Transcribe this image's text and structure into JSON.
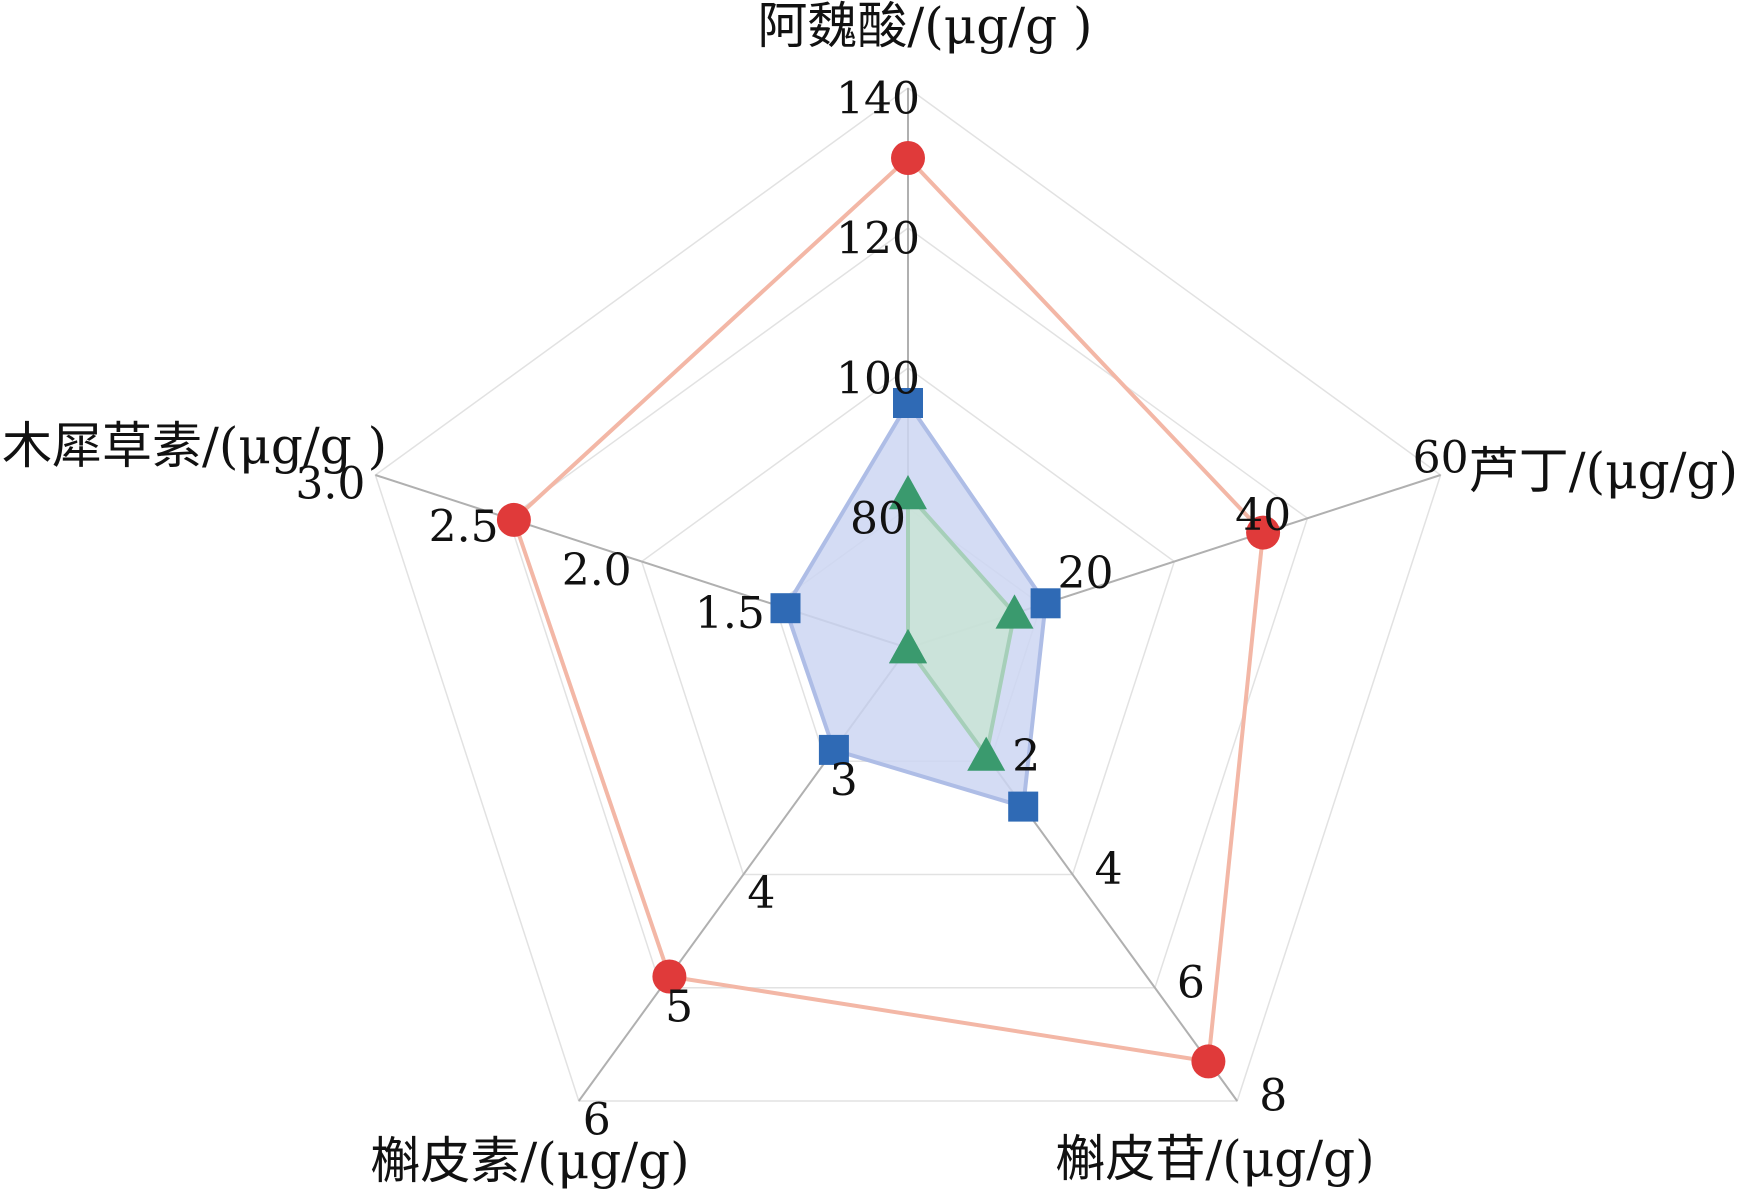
{
  "chart_data": {
    "type": "radar",
    "axes": [
      {
        "label": "阿魏酸/(μg/g )",
        "min": 60,
        "max": 140,
        "ticks": [
          "80",
          "100",
          "120",
          "140"
        ],
        "tick_values": [
          80,
          100,
          120,
          140
        ]
      },
      {
        "label": "芦丁/(μg/g)",
        "min": 0,
        "max": 60,
        "ticks": [
          "20",
          "40",
          "60"
        ],
        "tick_values": [
          20,
          40,
          60
        ]
      },
      {
        "label": "槲皮苷/(μg/g)",
        "min": 0,
        "max": 8,
        "ticks": [
          "2",
          "4",
          "6",
          "8"
        ],
        "tick_values": [
          2,
          4,
          6,
          8
        ]
      },
      {
        "label": "槲皮素/(μg/g)",
        "min": 2,
        "max": 6,
        "ticks": [
          "3",
          "4",
          "5",
          "6"
        ],
        "tick_values": [
          3,
          4,
          5,
          6
        ]
      },
      {
        "label": "木犀草素/(μg/g )",
        "min": 1,
        "max": 3,
        "ticks": [
          "1.5",
          "2.0",
          "2.5",
          "3.0"
        ],
        "tick_values": [
          1.5,
          2.0,
          2.5,
          3.0
        ]
      }
    ],
    "series": [
      {
        "values": [
          130,
          40,
          7.3,
          4.9,
          2.48
        ],
        "marker": "circle",
        "color": "#e03a3a",
        "line_color": "#f3b7a6",
        "fill": "none"
      },
      {
        "values": [
          95,
          15.5,
          2.8,
          2.9,
          1.46
        ],
        "marker": "square",
        "color": "#2f6ab5",
        "line_color": "#aebde6",
        "fill": "#ccd6f2"
      },
      {
        "values": [
          82,
          12,
          1.9,
          2.0,
          1.0
        ],
        "marker": "triangle",
        "color": "#3a9a6e",
        "line_color": "#a6cfb9",
        "fill": "#c9e4d5"
      }
    ],
    "grid": true,
    "grid_color": "#e2e2e2",
    "axis_color": "#b0b0b0"
  }
}
